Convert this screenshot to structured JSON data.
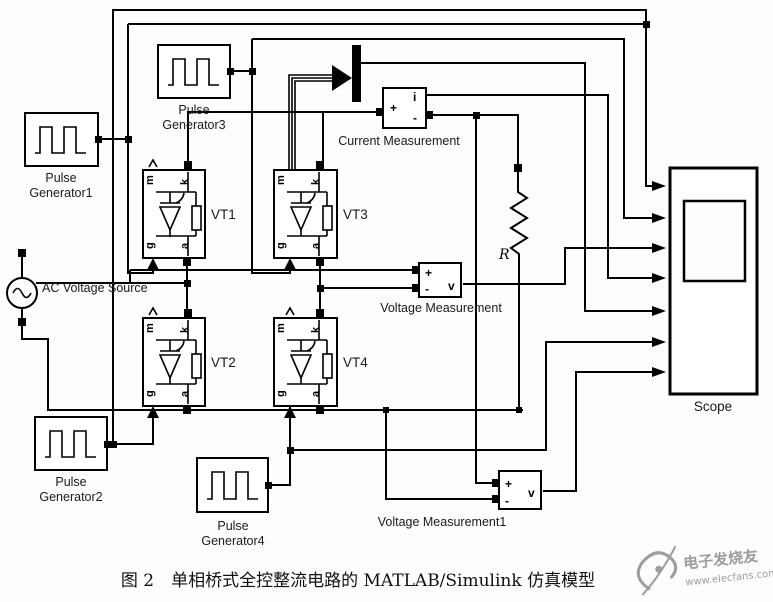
{
  "blocks": {
    "pulse_generator1": {
      "label_line1": "Pulse",
      "label_line2": "Generator1"
    },
    "pulse_generator2": {
      "label_line1": "Pulse",
      "label_line2": "Generator2"
    },
    "pulse_generator3": {
      "label_line1": "Pulse",
      "label_line2": "Generator3"
    },
    "pulse_generator4": {
      "label_line1": "Pulse",
      "label_line2": "Generator4"
    },
    "vt1": {
      "label": "VT1"
    },
    "vt2": {
      "label": "VT2"
    },
    "vt3": {
      "label": "VT3"
    },
    "vt4": {
      "label": "VT4"
    },
    "ac_source": {
      "label": "AC Voltage Source"
    },
    "current_measurement": {
      "label": "Current Measurement",
      "port_plus": "+",
      "port_minus": "-",
      "port_out": "i"
    },
    "voltage_measurement": {
      "label": "Voltage Measurement",
      "port_plus": "+",
      "port_minus": "-",
      "port_out": "v"
    },
    "voltage_measurement1": {
      "label": "Voltage Measurement1",
      "port_plus": "+",
      "port_minus": "-",
      "port_out": "v"
    },
    "resistor": {
      "label": "R"
    },
    "scope": {
      "label": "Scope"
    }
  },
  "vt_ports": {
    "m": "m",
    "k": "k",
    "g": "g",
    "a": "a"
  },
  "caption": "图 2　单相桥式全控整流电路的 MATLAB/Simulink 仿真模型",
  "watermark": {
    "name": "电子发烧友",
    "url": "www.elecfans.com"
  }
}
